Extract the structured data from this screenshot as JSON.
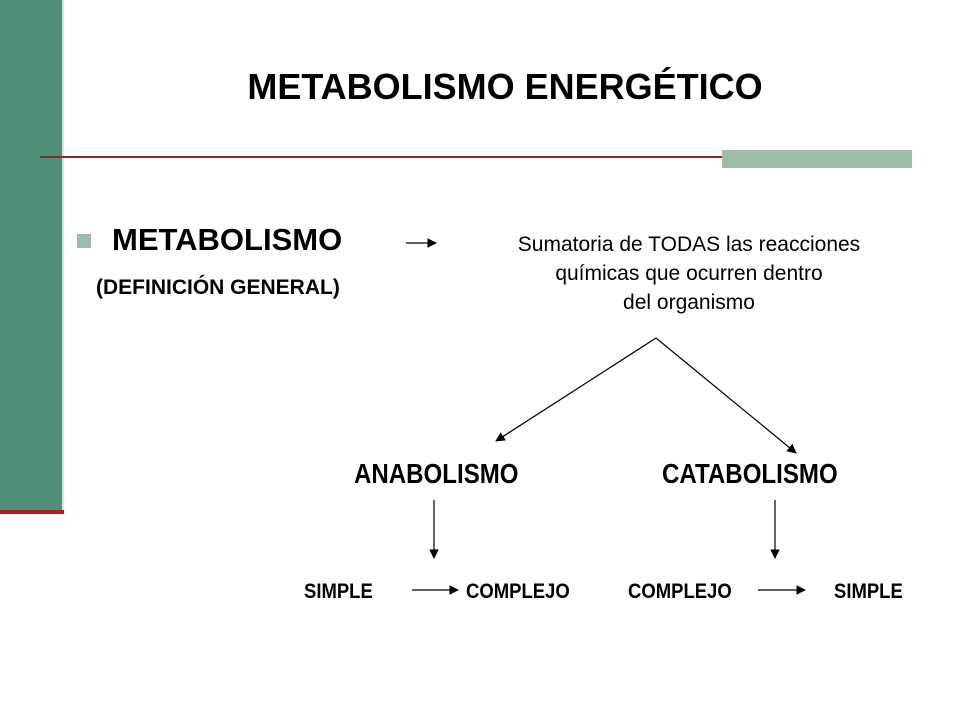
{
  "title": "METABOLISMO ENERGÉTICO",
  "term": "METABOLISMO",
  "term_note": "(DEFINICIÓN GENERAL)",
  "definition": [
    "Sumatoria de TODAS las reacciones",
    "químicas que ocurren dentro",
    "del organismo"
  ],
  "branches": {
    "anabolism": {
      "label": "ANABOLISMO",
      "from": "SIMPLE",
      "to": "COMPLEJO"
    },
    "catabolism": {
      "label": "CATABOLISMO",
      "from": "COMPLEJO",
      "to": "SIMPLE"
    }
  },
  "colors": {
    "side_bar": "#4f9078",
    "accent_line": "#a6211f",
    "accent_block": "#9cbcac"
  }
}
